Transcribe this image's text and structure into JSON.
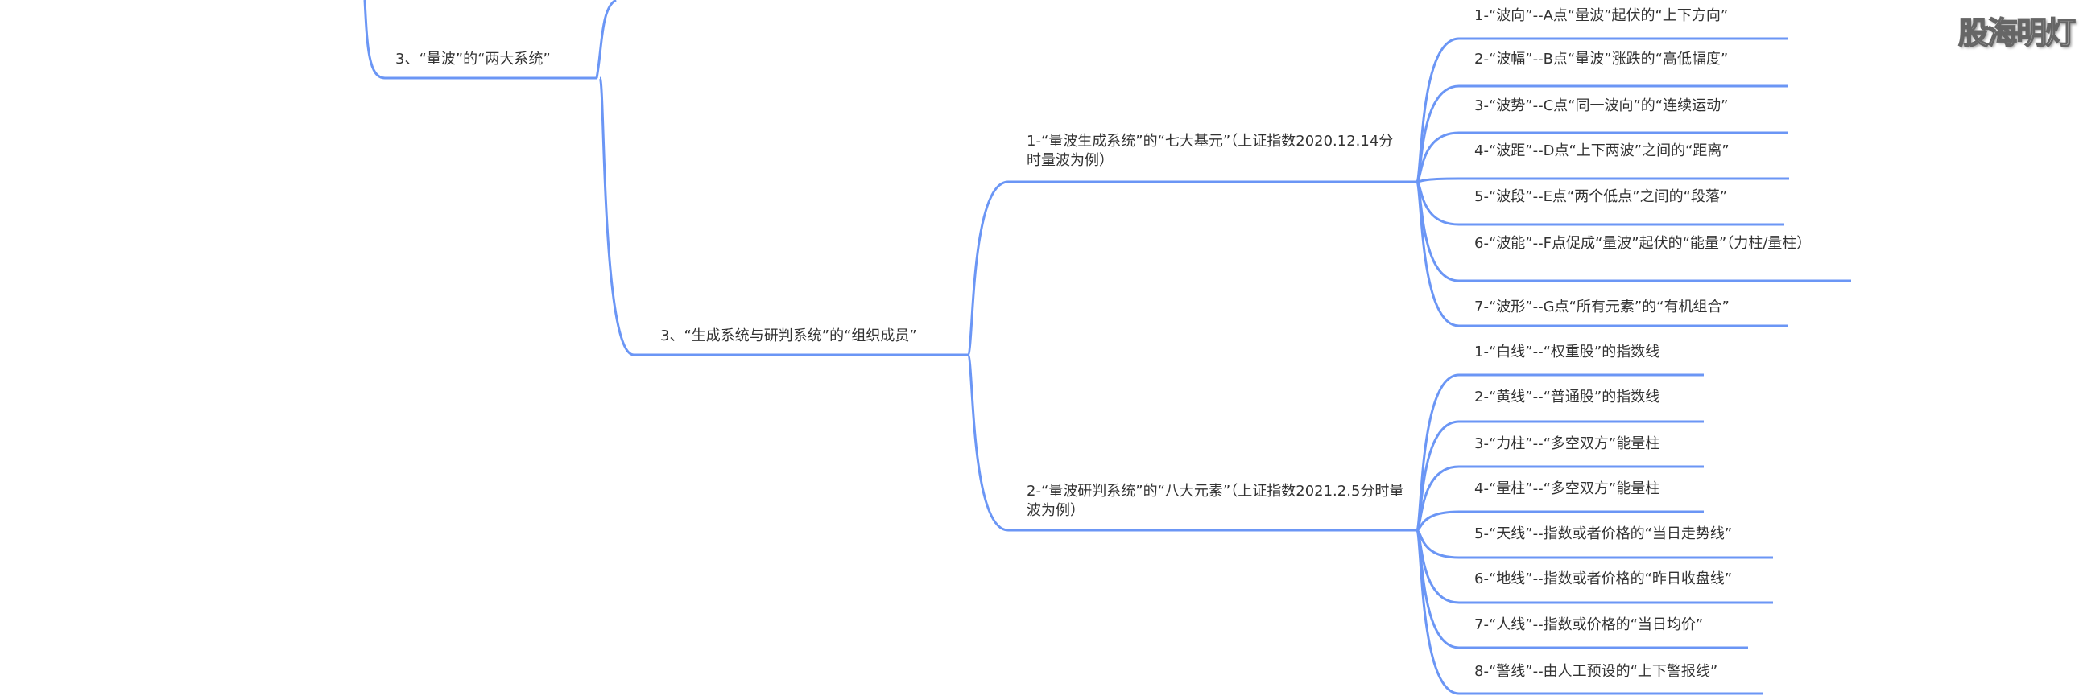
{
  "colors": {
    "line": "#6b96f5",
    "text": "#333333"
  },
  "watermark": "股海明灯",
  "nodes": {
    "two_systems": "3、“量波”的“两大系统”",
    "members": "3、“生成系统与研判系统”的“组织成员”",
    "branch1": {
      "label": "1-“量波生成系统”的“七大基元”（上证指数2020.12.14分时量波为例）",
      "leaves": [
        "1-“波向”--A点“量波”起伏的“上下方向”",
        "2-“波幅”--B点“量波”涨跌的“高低幅度”",
        "3-“波势”--C点“同一波向”的“连续运动”",
        "4-“波距”--D点“上下两波”之间的“距离”",
        "5-“波段”--E点“两个低点”之间的“段落”",
        "6-“波能”--F点促成“量波”起伏的“能量”（力柱/量柱）",
        "7-“波形”--G点“所有元素”的“有机组合”"
      ]
    },
    "branch2": {
      "label": "2-“量波研判系统”的“八大元素”（上证指数2021.2.5分时量波为例）",
      "leaves": [
        "1-“白线”--“权重股”的指数线",
        "2-“黄线”--“普通股”的指数线",
        "3-“力柱”--“多空双方”能量柱",
        "4-“量柱”--“多空双方”能量柱",
        "5-“天线”--指数或者价格的“当日走势线”",
        "6-“地线”--指数或者价格的“昨日收盘线”",
        "7-“人线”--指数或价格的“当日均价”",
        "8-“警线”--由人工预设的“上下警报线”"
      ]
    }
  }
}
